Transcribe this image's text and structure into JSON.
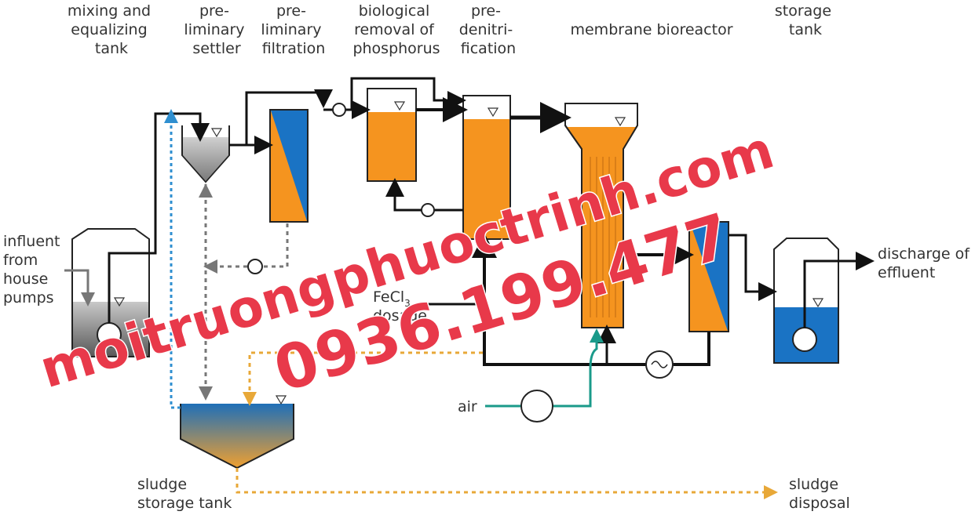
{
  "labels": {
    "mixing_tank": [
      "mixing and",
      "equalizing",
      "tank"
    ],
    "pre_settler": [
      "pre-",
      "liminary",
      "settler"
    ],
    "pre_filtration": [
      "pre-",
      "liminary",
      "filtration"
    ],
    "bio_phosphorus": [
      "biological",
      "removal of",
      "phosphorus"
    ],
    "pre_denitrification": [
      "pre-",
      "denitri-",
      "fication"
    ],
    "membrane_bioreactor": [
      "membrane bioreactor"
    ],
    "storage_tank": [
      "storage",
      "tank"
    ],
    "influent": [
      "influent",
      "from",
      "house",
      "pumps"
    ],
    "discharge": [
      "discharge of",
      "effluent"
    ],
    "fecl3": [
      "FeCl",
      "3",
      "dosage"
    ],
    "air": [
      "air"
    ],
    "sludge_storage": [
      "sludge",
      "storage tank"
    ],
    "sludge_disposal": [
      "sludge",
      "disposal"
    ]
  },
  "watermark": {
    "line1": "moitruongphuoctrinh.com",
    "line2": "0936.199.477",
    "fill": "#e8394a",
    "stroke": "#ffffff"
  },
  "colors": {
    "orange": "#f5941f",
    "blue": "#1a73c4",
    "grey": "#9a9a9a",
    "black": "#111111",
    "teal": "#1a9a8a",
    "sludge_orange": "#e8a838",
    "recycle_blue": "#2f8fd0"
  }
}
